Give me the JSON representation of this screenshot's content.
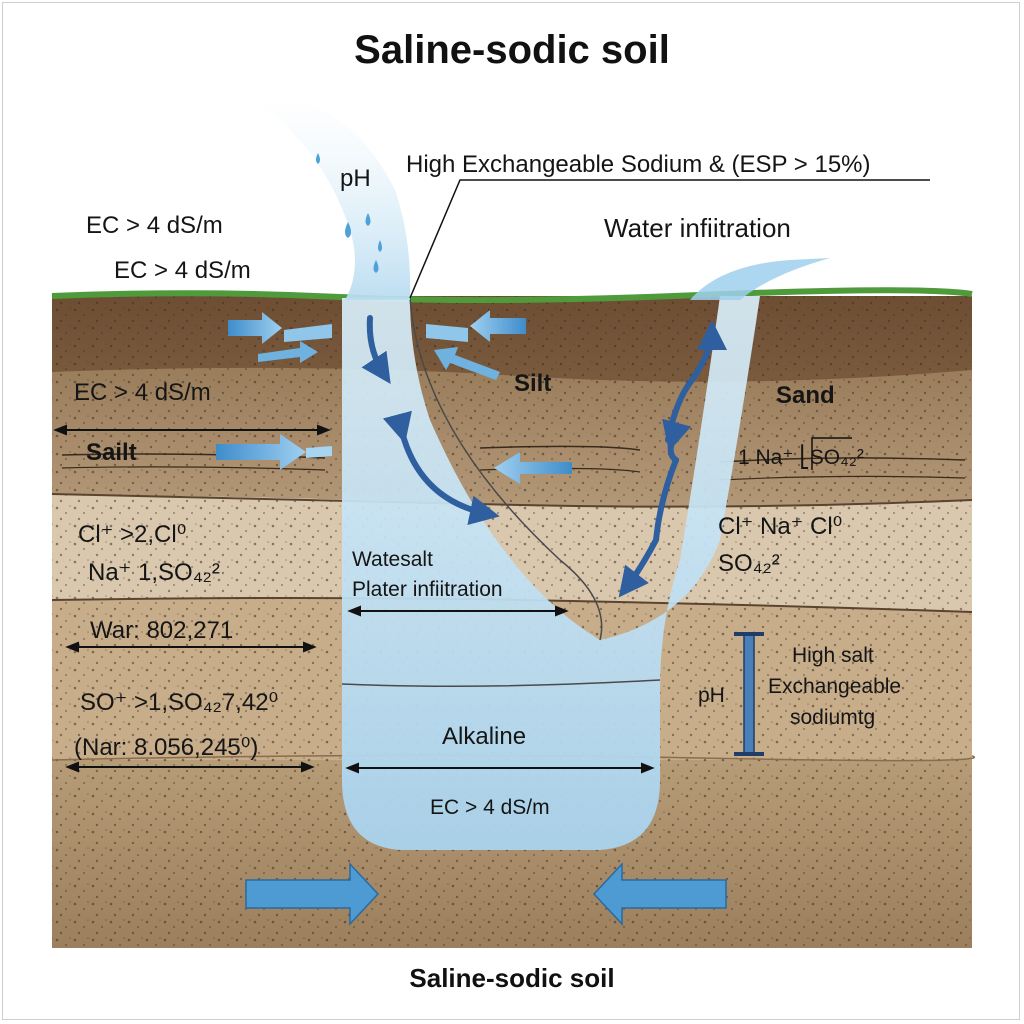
{
  "title": "Saline-sodic soil",
  "caption": "Saline-sodic soil",
  "colors": {
    "topsoil": "#7a5a3d",
    "silt_layer": "#a08462",
    "sand_layer": "#d8c7ad",
    "mid_layer": "#c6ac89",
    "deep_layer": "#a88b67",
    "grass": "#4f9a3a",
    "water": "#bfe0f2",
    "arrow_light": "#5aa6d8",
    "arrow_dark": "#2f5f9f",
    "text": "#151515"
  },
  "icons": [
    "water-drop-icon",
    "flow-arrow-icon",
    "double-arrow-icon",
    "scale-bar-icon"
  ],
  "labels": {
    "ph_top": "pH",
    "esp": "High Exchangeable Sodium & (ESP > 15%)",
    "ec_top_1": "EC > 4 dS/m",
    "ec_top_2": "EC > 4 dS/m",
    "water_infiltration": "Water infiitration",
    "silt": "Silt",
    "sand": "Sand",
    "ec_left": "EC > 4 dS/m",
    "sailt": "Sailt",
    "na_so4_right": "1 Na⁺ ⎣SO₄₂²",
    "cl_left": "Cl⁺ >2,Cl⁰",
    "na_left": "Na⁺ 1,SO₄₂²",
    "cl_na_right": "Cl⁺  Na⁺  Cl⁰",
    "so4_right": "SO₄₂²",
    "watesalt": "Watesalt",
    "plater": "Plater infiitration",
    "war": "War: 802,271",
    "high_salt": "High salt",
    "exchangeable": "Exchangeable",
    "sodium": "sodiumtg",
    "ph_right": "pH",
    "so_left": "SO⁺ >1,SO₄₂7,42⁰",
    "nar": "(Nar: 8.056,245⁰)",
    "alkaline": "Alkaline",
    "ec_bottom": "EC > 4 dS/m"
  }
}
